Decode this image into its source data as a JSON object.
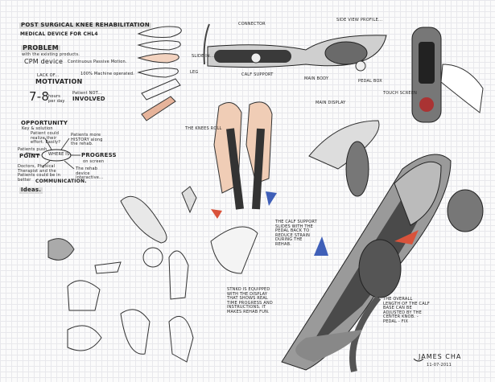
{
  "header": {
    "title": "POST SURGICAL KNEE REHABILITATION",
    "subtitle": "MEDICAL DEVICE FOR CHL4"
  },
  "problem": {
    "heading": "PROBLEM",
    "intro": "with the existing products.",
    "cpm": "CPM device",
    "cpm_desc": "Continuous Passive Motion.",
    "lack": "LACK OF...",
    "motivation": "MOTIVATION",
    "machine": "100% Machine operated.",
    "hours": "7-8",
    "hours_unit": "hours per day",
    "patient": "Patient NOT...",
    "involved": "INVOLVED"
  },
  "opportunity": {
    "heading": "OPPORTUNITY",
    "sub": "Key & solution",
    "center": "WHERE IS...",
    "n1": "Patient could realize their effort. Easily?",
    "n2": "Patients more HISTORY along the rehab.",
    "n3_pre": "Patients push",
    "n3": "POINT",
    "n4": "PROGRESS",
    "n4_post": "on screen",
    "n5": "Doctors, Physical Therapist and the Patients could be in better",
    "n5_key": "COMMUNICATION.",
    "n6": "The rehab device interactive..."
  },
  "ideas": {
    "heading": "Ideas."
  },
  "annotations": {
    "connector": "CONNECTOR",
    "side_view": "SIDE VIEW PROFILE...",
    "leg": "LEG",
    "calf_support": "CALF SUPPORT",
    "main_body": "MAIN BODY",
    "pedal": "PEDAL BOX",
    "main_display": "MAIN DISPLAY",
    "touch_screen": "TOUCH SCREEN",
    "slide": "SLIDE IN...",
    "knee": "THE KNEES ROLL",
    "calf_note": "THE CALF SUPPORT SLIDES WITH THE PEDAL BACK TO REDUCE STRAIN DURING THE REHAB.",
    "display_note": "STNKO IS EQUIPPED WITH THE DISPLAY THAT SHOWS REAL TIME PROGRESS AND INSTRUCTIONS. IT MAKES REHAB FUN.",
    "length_note": "THE OVERALL LENGTH OF THE CALF BASE CAN BE ADJUSTED BY THE CENTER KNOB. - PEDAL - FIX"
  },
  "signature": {
    "name": "JAMES CHA",
    "date": "11-07-2011"
  },
  "colors": {
    "accent_red": "#d9533b",
    "accent_blue": "#3f5fb8",
    "skin": "#efc9b0",
    "body_dark": "#555555"
  }
}
